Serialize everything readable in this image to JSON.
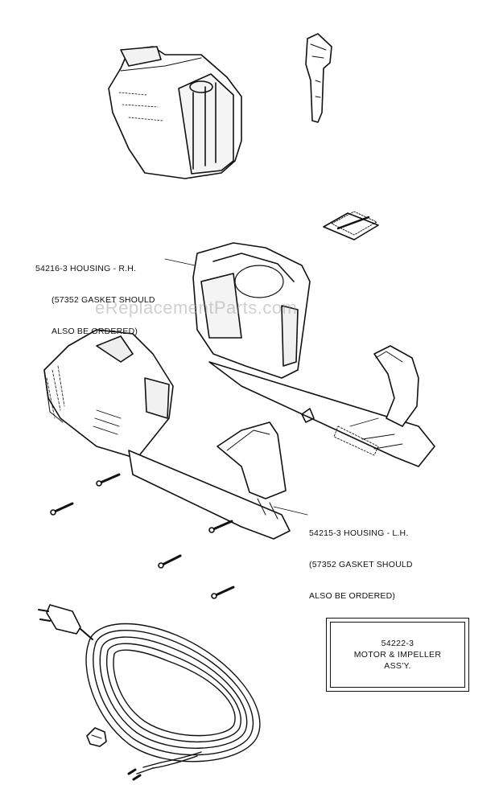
{
  "labels": {
    "housing_rh": {
      "line1": "54216-3 HOUSING - R.H.",
      "line2": "(57352 GASKET SHOULD",
      "line3": "ALSO BE ORDERED)"
    },
    "housing_lh": {
      "line1": "54215-3 HOUSING - L.H.",
      "line2": "(57352 GASKET SHOULD",
      "line3": "ALSO BE ORDERED)"
    },
    "motor_box": {
      "line1": "54222-3",
      "line2": "MOTOR & IMPELLER",
      "line3": "ASS'Y."
    }
  },
  "watermark": "eReplacementParts.com",
  "colors": {
    "ink": "#111111",
    "paper": "#ffffff",
    "watermark": "#9a9a9a"
  }
}
